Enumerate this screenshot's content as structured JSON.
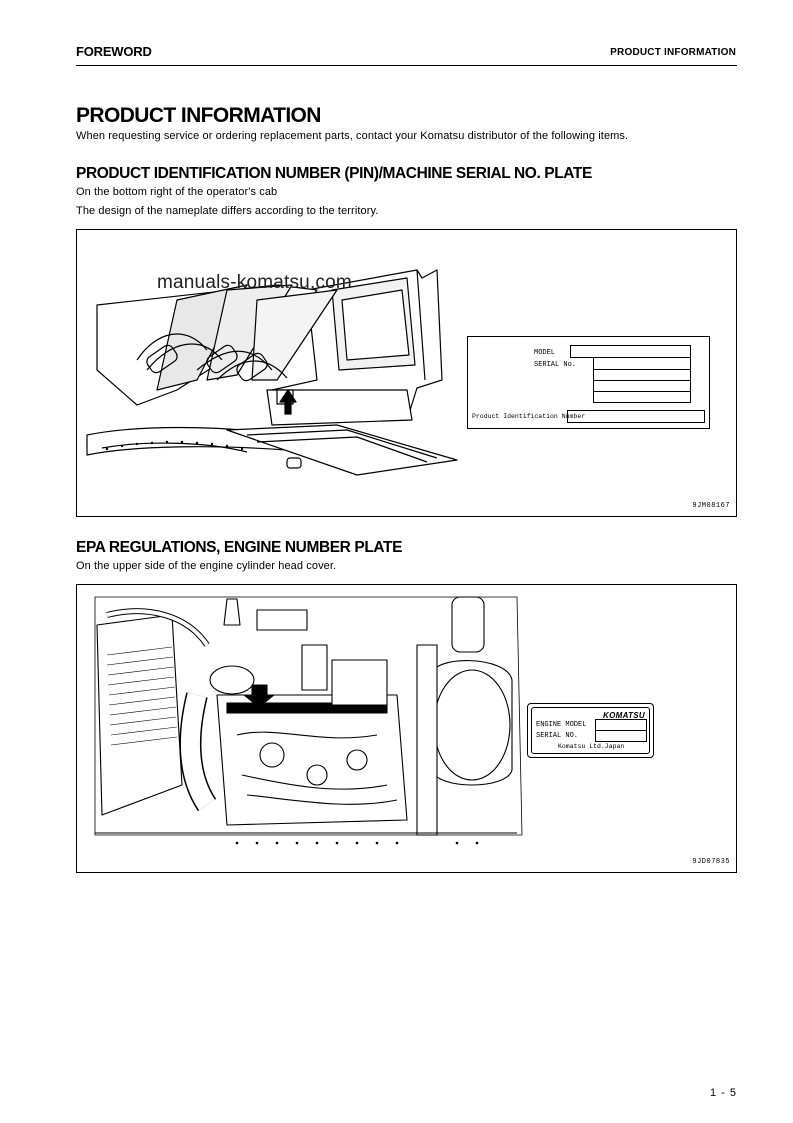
{
  "header": {
    "left": "FOREWORD",
    "right": "PRODUCT INFORMATION"
  },
  "title": "PRODUCT INFORMATION",
  "intro": "When requesting service or ordering replacement parts, contact your Komatsu distributor of the following items.",
  "section1": {
    "title": "PRODUCT IDENTIFICATION NUMBER (PIN)/MACHINE SERIAL NO. PLATE",
    "line1": "On the bottom right of the operator's cab",
    "line2": "The design of the nameplate differs according to the territory.",
    "figure": {
      "watermark": "manuals-komatsu.com",
      "code": "9JM08167",
      "plate": {
        "model_label": "MODEL",
        "serial_label": "SERIAL No.",
        "pin_label": "Product Identification Number"
      }
    }
  },
  "section2": {
    "title": "EPA REGULATIONS, ENGINE NUMBER PLATE",
    "line1": "On the upper side of the engine cylinder head cover.",
    "figure": {
      "code": "9JD07835",
      "plate": {
        "brand": "KOMATSU",
        "engine_model_label": "ENGINE MODEL",
        "serial_label": "SERIAL NO.",
        "maker": "Komatsu Ltd.Japan"
      }
    }
  },
  "page_number": "1 - 5"
}
